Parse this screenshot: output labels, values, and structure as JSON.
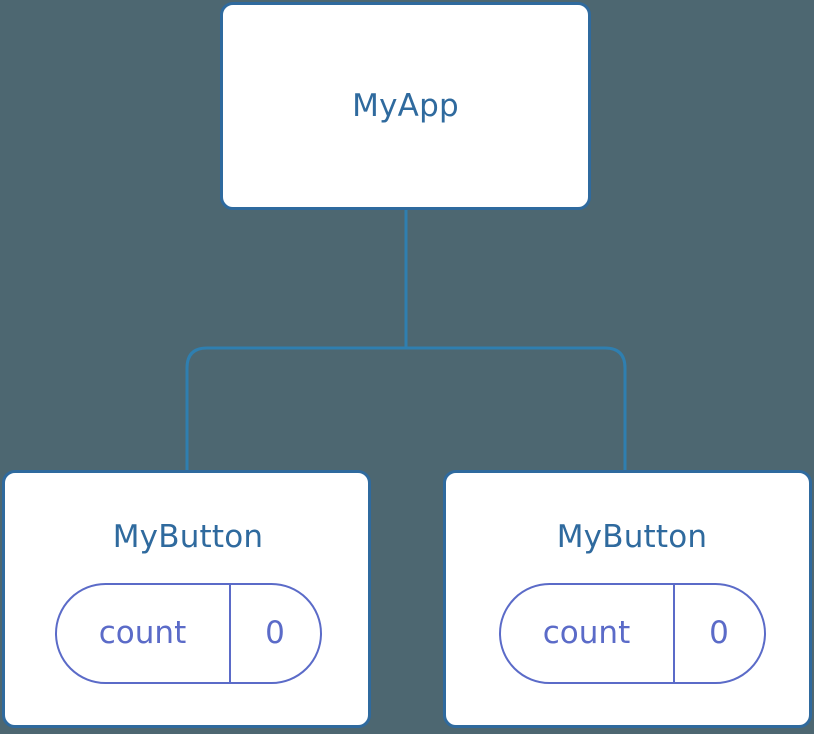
{
  "diagram": {
    "type": "component-tree",
    "background_color": "#4d6771",
    "node_border_color": "#2f6a9e",
    "node_fill_color": "#ffffff",
    "node_label_color": "#2f6a9e",
    "state_accent_color": "#5b6bc8",
    "edge_color": "#2f7fb0"
  },
  "root": {
    "label": "MyApp"
  },
  "children": [
    {
      "label": "MyButton",
      "state": {
        "key": "count",
        "value": "0"
      }
    },
    {
      "label": "MyButton",
      "state": {
        "key": "count",
        "value": "0"
      }
    }
  ]
}
